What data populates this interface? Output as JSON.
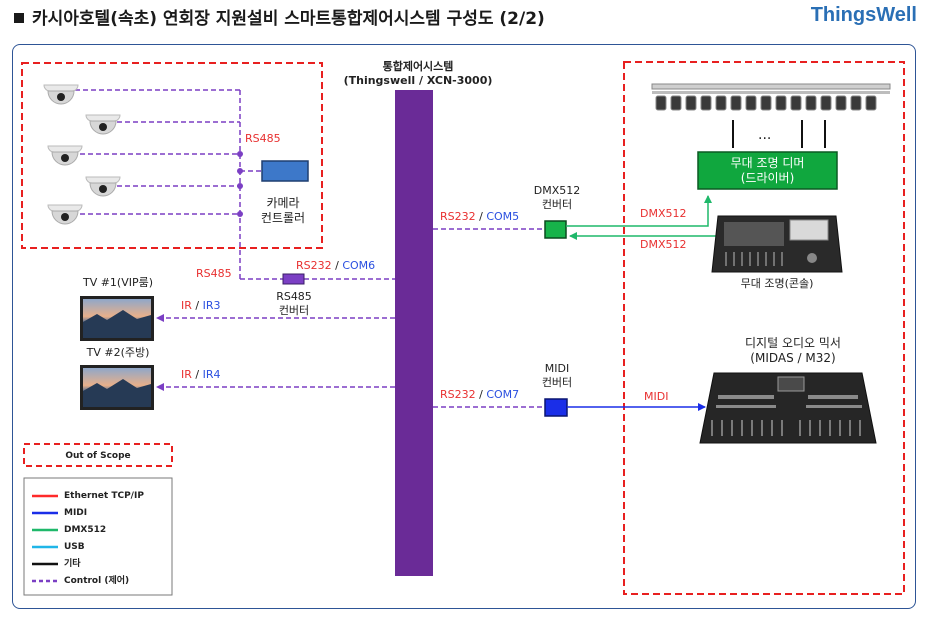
{
  "header": {
    "title": "카시아호텔(속초) 연회장 지원설비 스마트통합제어시스템 구성도 (2/2)",
    "brand": "ThingsWell"
  },
  "system": {
    "title": "통합제어시스템",
    "model": "(Thingswell / XCN-3000)"
  },
  "cameras": {
    "controller": "카메라\n컨트롤러",
    "link": "RS485"
  },
  "rs485_converter": {
    "label": "RS485\n컨버터",
    "in_label": "RS485",
    "link_a": "RS232",
    "link_sep": " / ",
    "link_b": "COM6"
  },
  "tv1": {
    "label": "TV #1(VIP룸)",
    "link_a": "IR",
    "link_sep": " / ",
    "link_b": "IR3"
  },
  "tv2": {
    "label": "TV #2(주방)",
    "link_a": "IR",
    "link_sep": " / ",
    "link_b": "IR4"
  },
  "dmx_converter": {
    "label": "DMX512\n컨버터",
    "link_a": "RS232",
    "link_sep": " / ",
    "link_b": "COM5"
  },
  "midi_converter": {
    "label": "MIDI\n컨버터",
    "link_a": "RS232",
    "link_sep": " / ",
    "link_b": "COM7",
    "out_label": "MIDI"
  },
  "lighting": {
    "ellipsis": "...",
    "dimmer": "무대 조명 디머\n(드라이버)",
    "console": "무대 조명(콘솔)",
    "dmx_to_dimmer": "DMX512",
    "dmx_from_console": "DMX512"
  },
  "mixer": {
    "label": "디지털 오디오 믹서\n(MIDAS / M32)"
  },
  "legend": {
    "out_of_scope": "Out of Scope",
    "items": [
      {
        "label": "Ethernet TCP/IP",
        "color": "#ff2a2a",
        "style": "solid"
      },
      {
        "label": "MIDI",
        "color": "#1a2ee8",
        "style": "solid"
      },
      {
        "label": "DMX512",
        "color": "#1fb86a",
        "style": "solid"
      },
      {
        "label": "USB",
        "color": "#20b6e8",
        "style": "solid"
      },
      {
        "label": "기타",
        "color": "#111111",
        "style": "solid"
      },
      {
        "label": "Control (제어)",
        "color": "#7b3fc4",
        "style": "dashed"
      }
    ]
  },
  "colors": {
    "system_bar": "#6a2b97",
    "control_line": "#7b3fc4",
    "scope_box": "#e82020",
    "dmx_line": "#1fb86a",
    "midi_line": "#1a2ee8",
    "dimmer_fill": "#10a73e"
  }
}
